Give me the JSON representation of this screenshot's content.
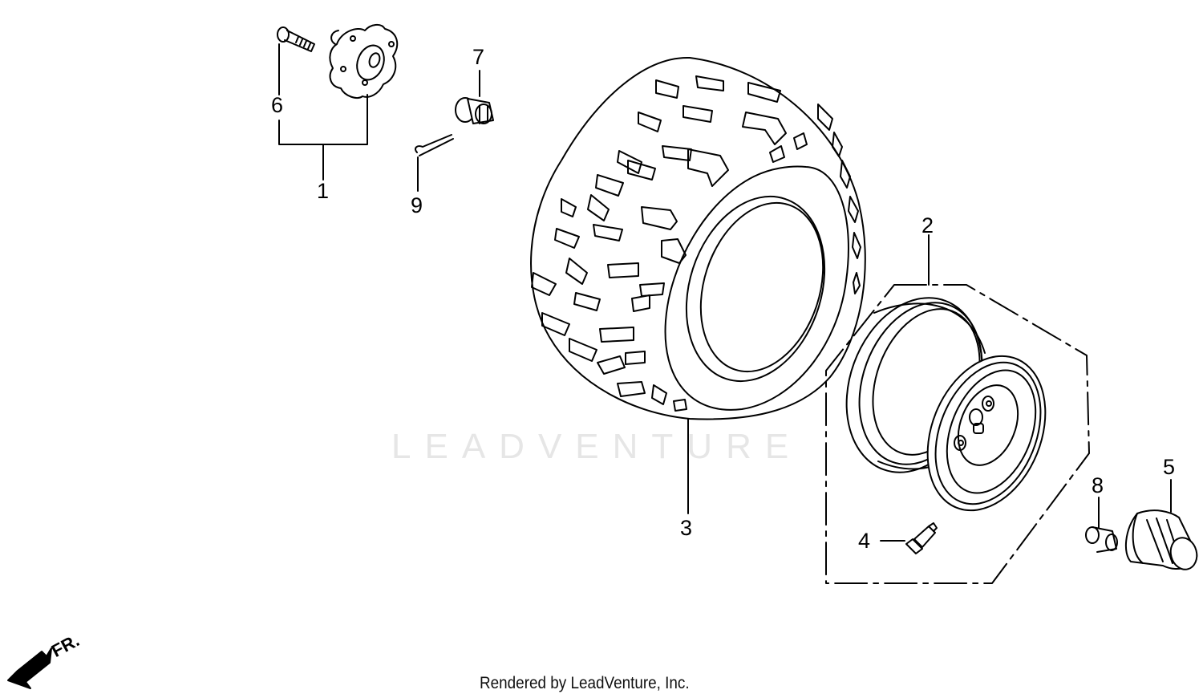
{
  "diagram": {
    "type": "exploded-parts-diagram",
    "subject": "Wheel assembly (tire, rim, hub)",
    "watermark": "LEADVENTURE",
    "footer": "Rendered by LeadVenture, Inc.",
    "direction_indicator": "FR.",
    "parts": [
      {
        "callout": "1",
        "name": "hub-assembly",
        "label": "1"
      },
      {
        "callout": "2",
        "name": "wheel-rim",
        "label": "2"
      },
      {
        "callout": "3",
        "name": "tire",
        "label": "3"
      },
      {
        "callout": "4",
        "name": "valve-stem",
        "label": "4"
      },
      {
        "callout": "5",
        "name": "hub-cap",
        "label": "5"
      },
      {
        "callout": "6",
        "name": "hub-bolt",
        "label": "6"
      },
      {
        "callout": "7",
        "name": "castle-nut",
        "label": "7"
      },
      {
        "callout": "8",
        "name": "wheel-nut",
        "label": "8"
      },
      {
        "callout": "9",
        "name": "cotter-pin",
        "label": "9"
      }
    ]
  }
}
